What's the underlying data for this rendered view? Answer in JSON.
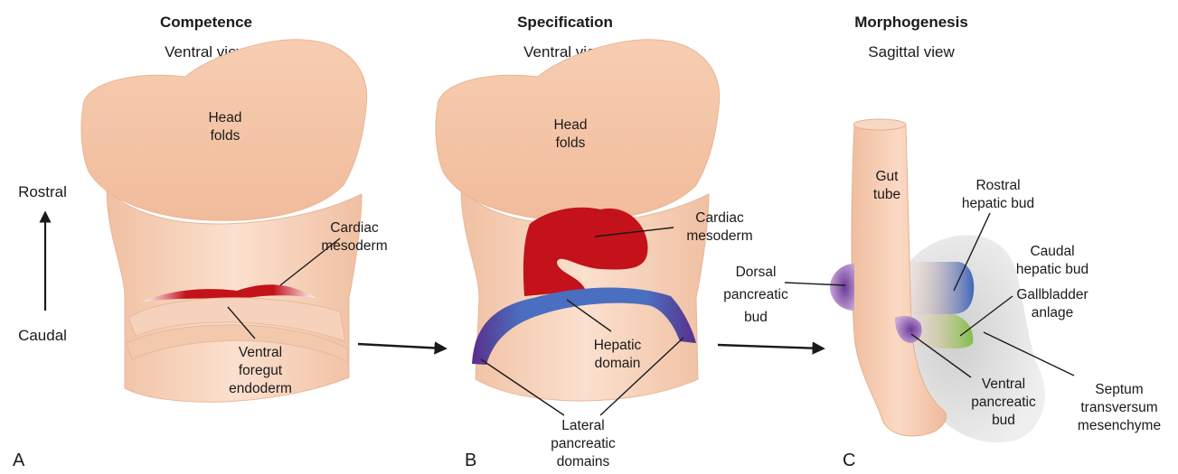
{
  "panels": {
    "a": {
      "letter": "A",
      "title": "Competence",
      "view": "Ventral view",
      "head_folds": [
        "Head",
        "folds"
      ],
      "cardiac_mesoderm": [
        "Cardiac",
        "mesoderm"
      ],
      "ventral_foregut_endoderm": [
        "Ventral",
        "foregut",
        "endoderm"
      ]
    },
    "b": {
      "letter": "B",
      "title": "Specification",
      "view": "Ventral view",
      "head_folds": [
        "Head",
        "folds"
      ],
      "cardiac_mesoderm": [
        "Cardiac",
        "mesoderm"
      ],
      "hepatic_domain": [
        "Hepatic",
        "domain"
      ],
      "lateral_pancreatic_domains": [
        "Lateral",
        "pancreatic",
        "domains"
      ]
    },
    "c": {
      "letter": "C",
      "title": "Morphogenesis",
      "view": "Sagittal view",
      "gut_tube": [
        "Gut",
        "tube"
      ],
      "rostral_hepatic_bud": [
        "Rostral",
        "hepatic bud"
      ],
      "caudal_hepatic_bud": [
        "Caudal",
        "hepatic bud"
      ],
      "gallbladder_anlage": [
        "Gallbladder",
        "anlage"
      ],
      "dorsal_pancreatic_bud": [
        "Dorsal",
        "pancreatic",
        "bud"
      ],
      "ventral_pancreatic_bud": [
        "Ventral",
        "pancreatic",
        "bud"
      ],
      "septum_transversum_mesenchyme": [
        "Septum",
        "transversum",
        "mesenchyme"
      ]
    }
  },
  "axis": {
    "rostral": "Rostral",
    "caudal": "Caudal"
  },
  "colors": {
    "tissue": "#f4c5a7",
    "cardiac": "#c4121a",
    "hepatic": "#4a6fc0",
    "pancreatic": "#6a3a9a",
    "gallbladder": "#8cc65a",
    "mesenchyme": "#cfcfcf"
  }
}
